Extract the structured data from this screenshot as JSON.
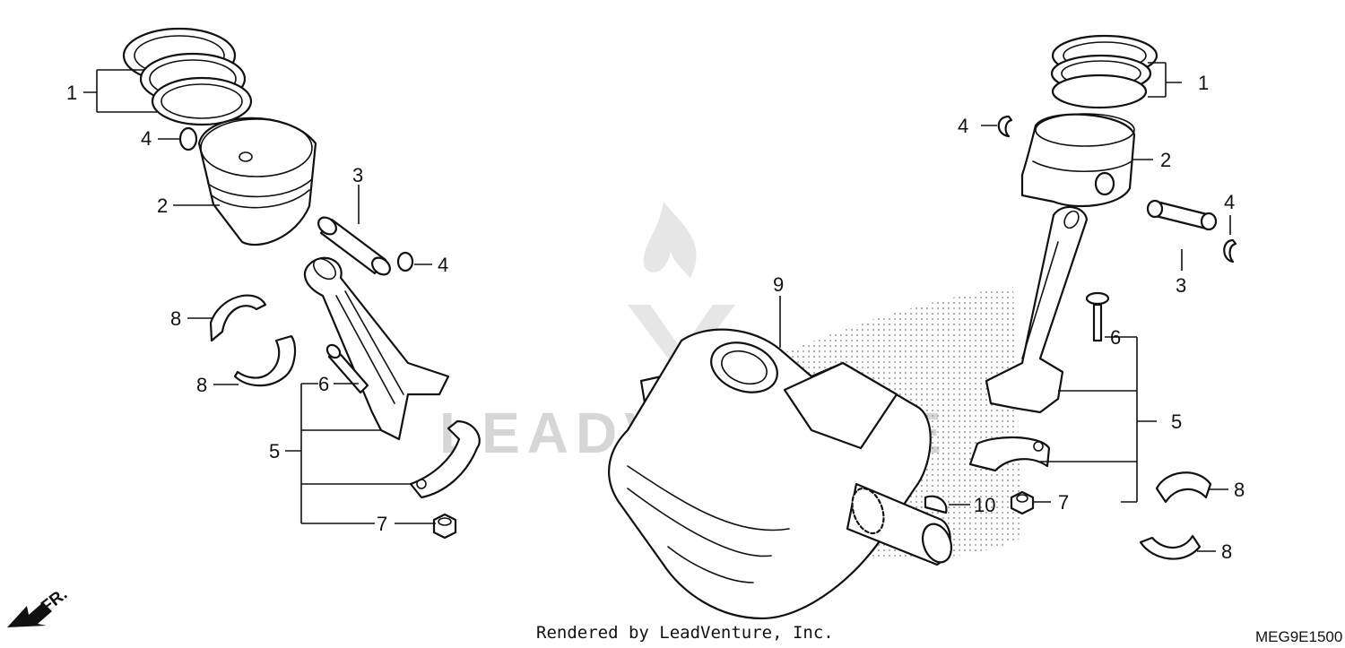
{
  "diagram": {
    "footer_credit": "Rendered by LeadVenture, Inc.",
    "diagram_code": "MEG9E1500",
    "direction_label": "FR.",
    "watermark_text": "LEADVENTURE",
    "callouts": {
      "l1": "1",
      "l2": "2",
      "l3": "3",
      "l4a": "4",
      "l4b": "4",
      "l5": "5",
      "l6": "6",
      "l7": "7",
      "l8a": "8",
      "l8b": "8",
      "c9": "9",
      "c10": "10",
      "r1": "1",
      "r2": "2",
      "r3": "3",
      "r4a": "4",
      "r4b": "4",
      "r5": "5",
      "r6": "6",
      "r7": "7",
      "r8a": "8",
      "r8b": "8"
    },
    "colors": {
      "ink": "#111111",
      "watermark": "#d6d6d6",
      "background": "#ffffff"
    }
  }
}
